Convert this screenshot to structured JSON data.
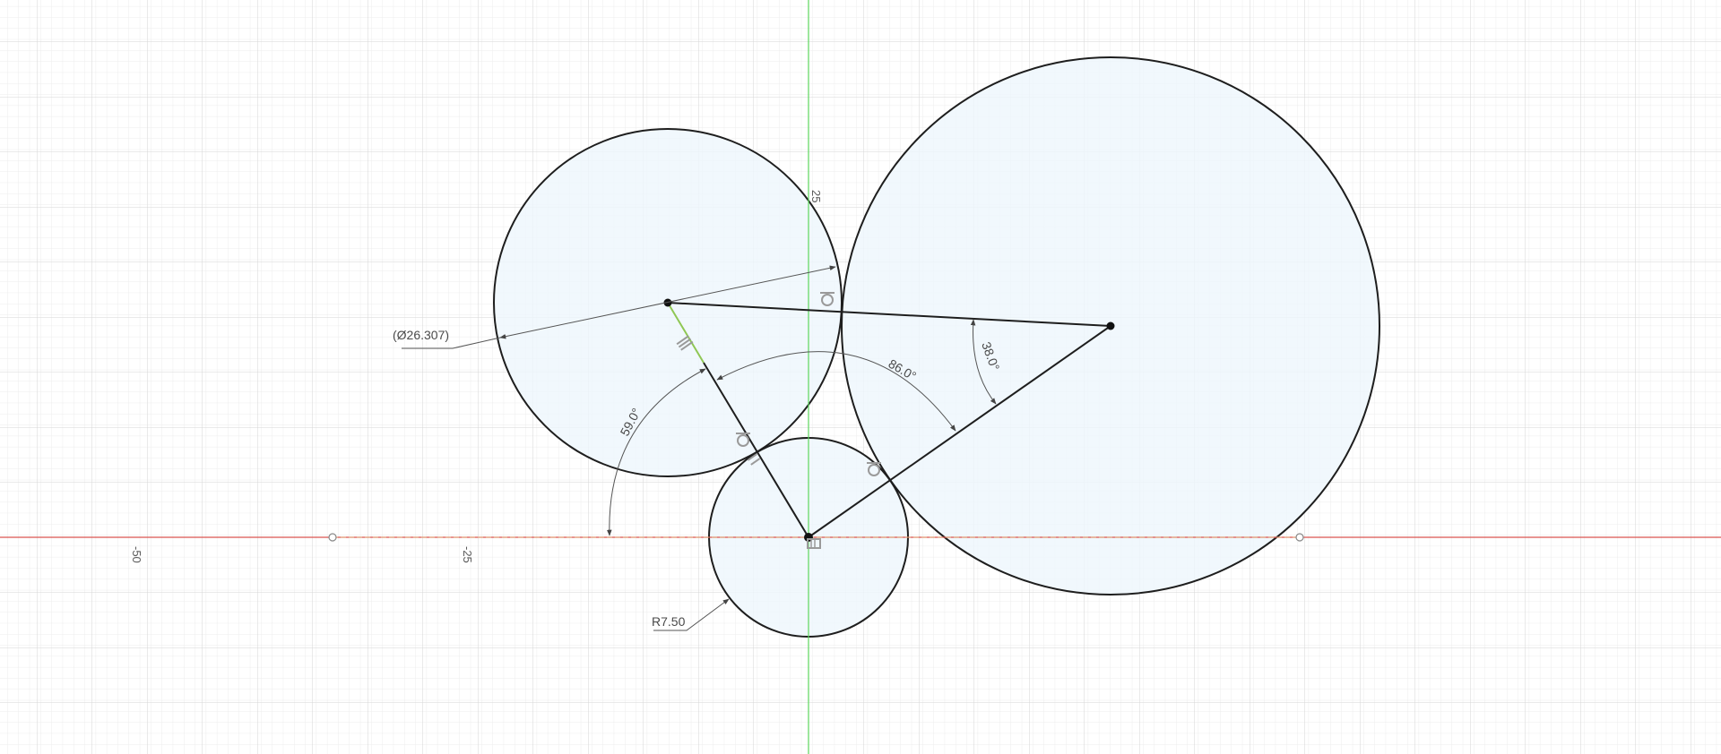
{
  "viewport": {
    "axis_x_color": "#d9534f",
    "axis_y_color": "#5cd65c",
    "grid_minor_color": "#ececec",
    "grid_major_color": "#d6d6d6",
    "circle_fill": "#eef6fc",
    "line_color": "#1e1e1e",
    "construction_color": "#8fc754"
  },
  "axis_labels": {
    "x_neg50": "-50",
    "x_neg25": "-25",
    "y_25": "25"
  },
  "dimensions": {
    "diameter": "(Ø26.307)",
    "radius": "R7.50",
    "angle_59": "59.0°",
    "angle_86": "86.0°",
    "angle_38": "38.0°"
  },
  "constraints": {
    "tangent_icon": "tangent-icon",
    "parallel_icon": "parallel-icon",
    "coincident_icon": "coincident-icon",
    "fix_icon": "fix-icon"
  }
}
